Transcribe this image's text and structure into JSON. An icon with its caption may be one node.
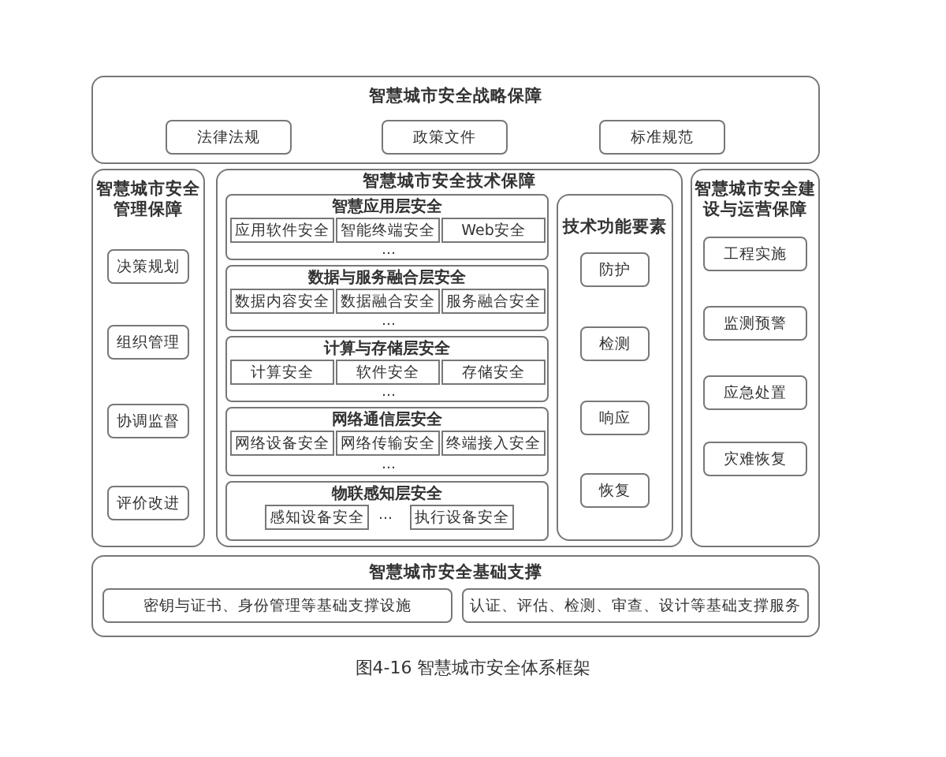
{
  "diagram": {
    "caption": "图4-16 智慧城市安全体系框架",
    "nodes": [
      {
        "text": [
          "智慧城市安全战略保障"
        ]
      },
      {
        "text": [
          "法律法规"
        ],
        "in": 0
      },
      {
        "text": [
          "政策文件"
        ],
        "in": 0
      },
      {
        "text": [
          "标准规范"
        ],
        "in": 0
      },
      {
        "text": [
          "智慧城市安全管理保障"
        ]
      },
      {
        "text": [
          "决策规划"
        ],
        "in": 4
      },
      {
        "text": [
          "组织管理"
        ],
        "in": 4
      },
      {
        "text": [
          "协调监督"
        ],
        "in": 4
      },
      {
        "text": [
          "评价改进"
        ],
        "in": 4
      },
      {
        "text": [
          "智慧城市安全技术保障"
        ]
      },
      {
        "text": [
          "智慧应用层安全",
          "…"
        ],
        "in": 9
      },
      {
        "text": [
          "应用软件安全"
        ],
        "in": 10
      },
      {
        "text": [
          "智能终端安全"
        ],
        "in": 10
      },
      {
        "text": [
          "Web安全"
        ],
        "in": 10
      },
      {
        "text": [
          "数据与服务融合层安全",
          "…"
        ],
        "in": 9
      },
      {
        "text": [
          "数据内容安全"
        ],
        "in": 14
      },
      {
        "text": [
          "数据融合安全"
        ],
        "in": 14
      },
      {
        "text": [
          "服务融合安全"
        ],
        "in": 14
      },
      {
        "text": [
          "计算与存储层安全",
          "…"
        ],
        "in": 9
      },
      {
        "text": [
          "计算安全"
        ],
        "in": 18
      },
      {
        "text": [
          "软件安全"
        ],
        "in": 18
      },
      {
        "text": [
          "存储安全"
        ],
        "in": 18
      },
      {
        "text": [
          "网络通信层安全",
          "…"
        ],
        "in": 9
      },
      {
        "text": [
          "网络设备安全"
        ],
        "in": 22
      },
      {
        "text": [
          "网络传输安全"
        ],
        "in": 22
      },
      {
        "text": [
          "终端接入安全"
        ],
        "in": 22
      },
      {
        "text": [
          "物联感知层安全",
          "…"
        ],
        "in": 9
      },
      {
        "text": [
          "感知设备安全"
        ],
        "in": 26
      },
      {
        "text": [
          "执行设备安全"
        ],
        "in": 26
      },
      {
        "text": [
          "技术功能要素"
        ],
        "in": 9
      },
      {
        "text": [
          "防护"
        ],
        "in": 29
      },
      {
        "text": [
          "检测"
        ],
        "in": 29
      },
      {
        "text": [
          "响应"
        ],
        "in": 29
      },
      {
        "text": [
          "恢复"
        ],
        "in": 29
      },
      {
        "text": [
          "智慧城市安全建设与运营保障"
        ]
      },
      {
        "text": [
          "工程实施"
        ],
        "in": 34
      },
      {
        "text": [
          "监测预警"
        ],
        "in": 34
      },
      {
        "text": [
          "应急处置"
        ],
        "in": 34
      },
      {
        "text": [
          "灾难恢复"
        ],
        "in": 34
      },
      {
        "text": [
          "智慧城市安全基础支撑"
        ]
      },
      {
        "text": [
          "密钥与证书、身份管理等基础支撑设施"
        ],
        "in": 39
      },
      {
        "text": [
          "认证、评估、检测、审查、设计等基础支撑服务"
        ],
        "in": 39
      }
    ]
  }
}
